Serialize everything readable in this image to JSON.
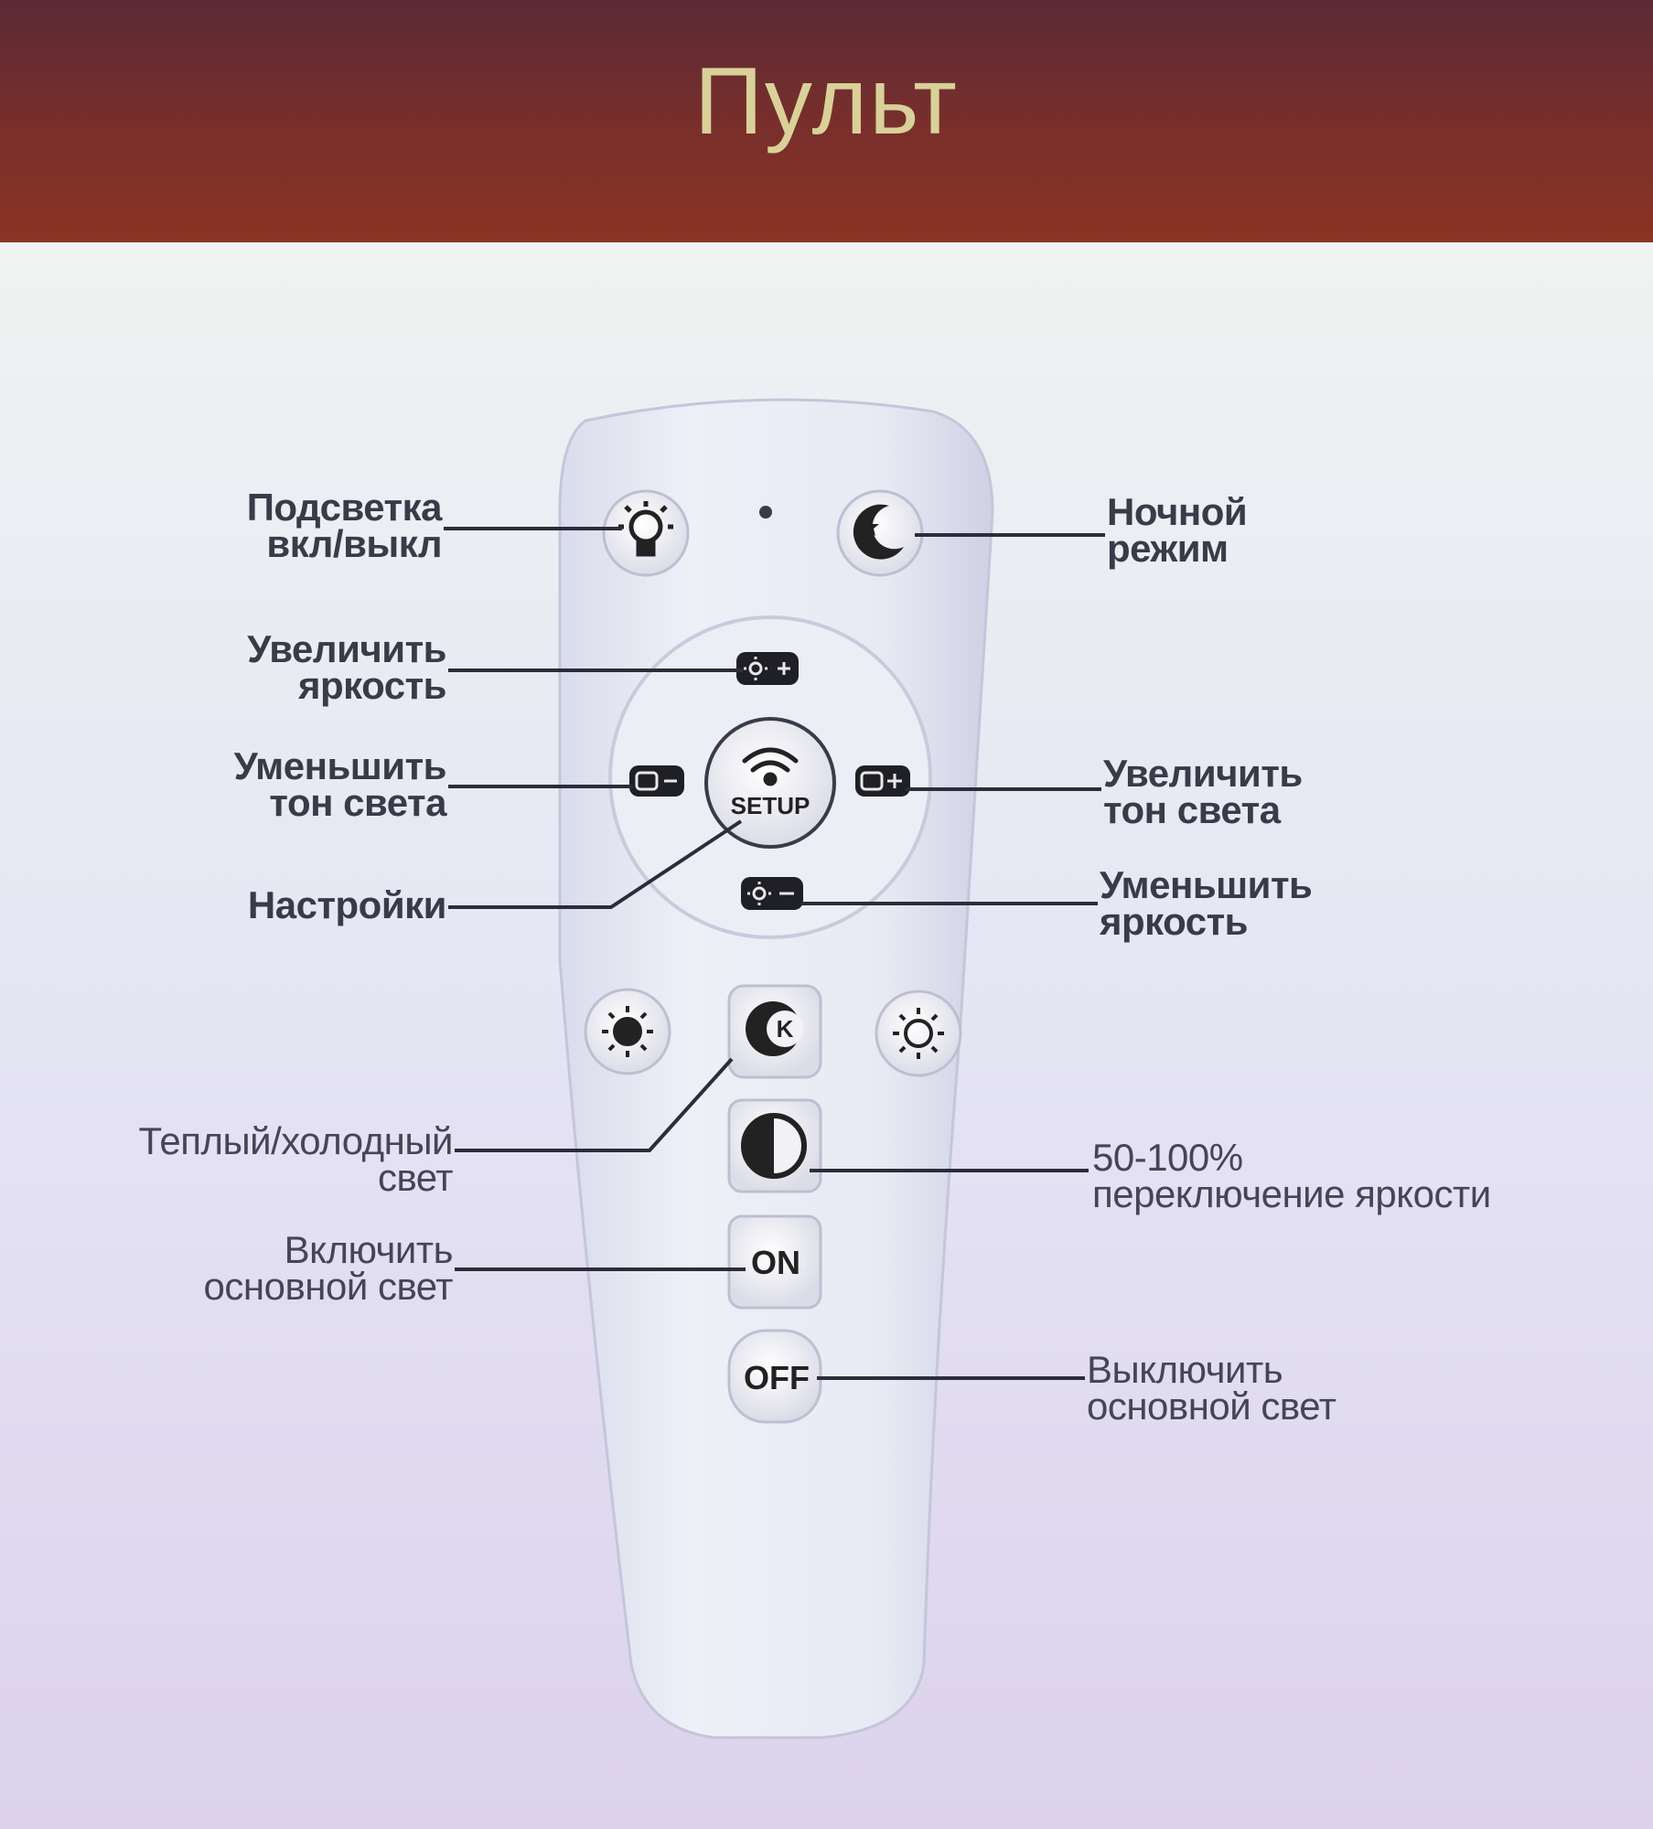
{
  "header": {
    "title": "Пульт"
  },
  "remote": {
    "buttons": {
      "setup_label": "SETUP",
      "on_label": "ON",
      "off_label": "OFF"
    }
  },
  "labels": {
    "backlight": [
      "Подсветка",
      "вкл/выкл"
    ],
    "night_mode": [
      "Ночной",
      "режим"
    ],
    "brightness_up": [
      "Увеличить",
      "яркость"
    ],
    "tone_down": [
      "Уменьшить",
      "тон света"
    ],
    "tone_up": [
      "Увеличить",
      "тон света"
    ],
    "settings": [
      "Настройки"
    ],
    "brightness_down": [
      "Уменьшить",
      "яркость"
    ],
    "warm_cold": [
      "Теплый/холодный",
      "свет"
    ],
    "brightness_switch": [
      "50-100%",
      "переключение яркости"
    ],
    "main_on": [
      "Включить",
      "основной свет"
    ],
    "main_off": [
      "Выключить",
      "основной свет"
    ]
  },
  "icons": [
    "bulb-icon",
    "moon-icon",
    "brightness-plus-icon",
    "tone-minus-icon",
    "wifi-icon",
    "tone-plus-icon",
    "brightness-minus-icon",
    "sun-filled-icon",
    "color-temp-k-icon",
    "sun-outline-icon",
    "half-circle-icon"
  ]
}
